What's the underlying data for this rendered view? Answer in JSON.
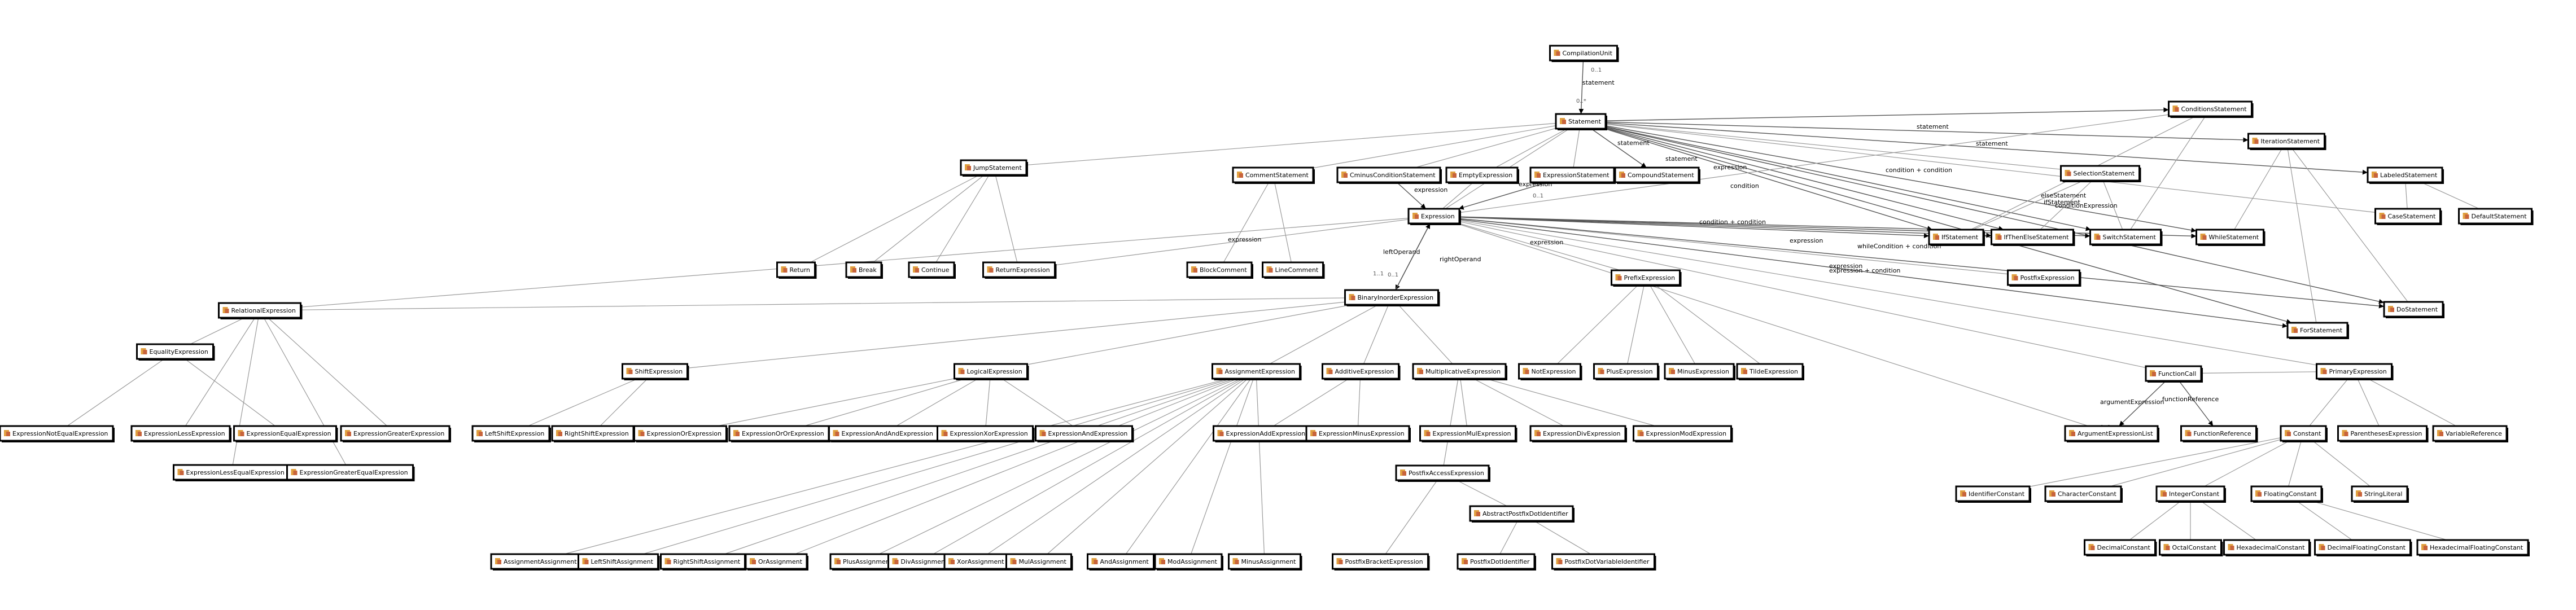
{
  "colors": {
    "box_border": "#000000",
    "edge": "#9a9a9a",
    "icon_folder": "#e0a040",
    "icon_sheet": "#c8643c"
  },
  "icon": "class-folder-icon",
  "nodes": [
    {
      "id": "CompilationUnit",
      "label": "CompilationUnit"
    },
    {
      "id": "Statement",
      "label": "Statement"
    },
    {
      "id": "JumpStatement",
      "label": "JumpStatement"
    },
    {
      "id": "CommentStatement",
      "label": "CommentStatement"
    },
    {
      "id": "CminusConditionStatement",
      "label": "CminusConditionStatement"
    },
    {
      "id": "EmptyExpression",
      "label": "EmptyExpression"
    },
    {
      "id": "ExpressionStatement",
      "label": "ExpressionStatement"
    },
    {
      "id": "CompoundStatement",
      "label": "CompoundStatement"
    },
    {
      "id": "ConditionsStatement",
      "label": "ConditionsStatement"
    },
    {
      "id": "IterationStatement",
      "label": "IterationStatement"
    },
    {
      "id": "LabeledStatement",
      "label": "LabeledStatement"
    },
    {
      "id": "SelectionStatement",
      "label": "SelectionStatement"
    },
    {
      "id": "CaseStatement",
      "label": "CaseStatement"
    },
    {
      "id": "DefaultStatement",
      "label": "DefaultStatement"
    },
    {
      "id": "Expression",
      "label": "Expression"
    },
    {
      "id": "IfStatement",
      "label": "IfStatement"
    },
    {
      "id": "IfThenElseStatement",
      "label": "IfThenElseStatement"
    },
    {
      "id": "SwitchStatement",
      "label": "SwitchStatement"
    },
    {
      "id": "WhileStatement",
      "label": "WhileStatement"
    },
    {
      "id": "Return",
      "label": "Return"
    },
    {
      "id": "Break",
      "label": "Break"
    },
    {
      "id": "Continue",
      "label": "Continue"
    },
    {
      "id": "ReturnExpression",
      "label": "ReturnExpression"
    },
    {
      "id": "BlockComment",
      "label": "BlockComment"
    },
    {
      "id": "LineComment",
      "label": "LineComment"
    },
    {
      "id": "PrefixExpression",
      "label": "PrefixExpression"
    },
    {
      "id": "PostfixExpression",
      "label": "PostfixExpression"
    },
    {
      "id": "DoStatement",
      "label": "DoStatement"
    },
    {
      "id": "ForStatement",
      "label": "ForStatement"
    },
    {
      "id": "RelationalExpression",
      "label": "RelationalExpression"
    },
    {
      "id": "BinaryInorderExpression",
      "label": "BinaryInorderExpression"
    },
    {
      "id": "EqualityExpression",
      "label": "EqualityExpression"
    },
    {
      "id": "ShiftExpression",
      "label": "ShiftExpression"
    },
    {
      "id": "LogicalExpression",
      "label": "LogicalExpression"
    },
    {
      "id": "AssignmentExpression",
      "label": "AssignmentExpression"
    },
    {
      "id": "AdditiveExpression",
      "label": "AdditiveExpression"
    },
    {
      "id": "MultiplicativeExpression",
      "label": "MultiplicativeExpression"
    },
    {
      "id": "NotExpression",
      "label": "NotExpression"
    },
    {
      "id": "PlusExpression",
      "label": "PlusExpression"
    },
    {
      "id": "MinusExpression",
      "label": "MinusExpression"
    },
    {
      "id": "TildeExpression",
      "label": "TildeExpression"
    },
    {
      "id": "FunctionCall",
      "label": "FunctionCall"
    },
    {
      "id": "PrimaryExpression",
      "label": "PrimaryExpression"
    },
    {
      "id": "ExpressionNotEqualExpression",
      "label": "ExpressionNotEqualExpression"
    },
    {
      "id": "ExpressionLessExpression",
      "label": "ExpressionLessExpression"
    },
    {
      "id": "ExpressionEqualExpression",
      "label": "ExpressionEqualExpression"
    },
    {
      "id": "ExpressionGreaterExpression",
      "label": "ExpressionGreaterExpression"
    },
    {
      "id": "ExpressionLessEqualExpression",
      "label": "ExpressionLessEqualExpression"
    },
    {
      "id": "ExpressionGreaterEqualExpression",
      "label": "ExpressionGreaterEqualExpression"
    },
    {
      "id": "LeftShiftExpression",
      "label": "LeftShiftExpression"
    },
    {
      "id": "RightShiftExpression",
      "label": "RightShiftExpression"
    },
    {
      "id": "ExpressionOrExpression",
      "label": "ExpressionOrExpression"
    },
    {
      "id": "ExpressionOrOrExpression",
      "label": "ExpressionOrOrExpression"
    },
    {
      "id": "ExpressionAndAndExpression",
      "label": "ExpressionAndAndExpression"
    },
    {
      "id": "ExpressionXorExpression",
      "label": "ExpressionXorExpression"
    },
    {
      "id": "ExpressionAndExpression",
      "label": "ExpressionAndExpression"
    },
    {
      "id": "ExpressionAddExpression",
      "label": "ExpressionAddExpression"
    },
    {
      "id": "ExpressionMinusExpression",
      "label": "ExpressionMinusExpression"
    },
    {
      "id": "ExpressionMulExpression",
      "label": "ExpressionMulExpression"
    },
    {
      "id": "ExpressionDivExpression",
      "label": "ExpressionDivExpression"
    },
    {
      "id": "ExpressionModExpression",
      "label": "ExpressionModExpression"
    },
    {
      "id": "ArgumentExpressionList",
      "label": "ArgumentExpressionList"
    },
    {
      "id": "FunctionReference",
      "label": "FunctionReference"
    },
    {
      "id": "Constant",
      "label": "Constant"
    },
    {
      "id": "ParenthesesExpression",
      "label": "ParenthesesExpression"
    },
    {
      "id": "VariableReference",
      "label": "VariableReference"
    },
    {
      "id": "PostfixAccessExpression",
      "label": "PostfixAccessExpression"
    },
    {
      "id": "IdentifierConstant",
      "label": "IdentifierConstant"
    },
    {
      "id": "CharacterConstant",
      "label": "CharacterConstant"
    },
    {
      "id": "IntegerConstant",
      "label": "IntegerConstant"
    },
    {
      "id": "FloatingConstant",
      "label": "FloatingConstant"
    },
    {
      "id": "StringLiteral",
      "label": "StringLiteral"
    },
    {
      "id": "AbstractPostfixDotIdentifier",
      "label": "AbstractPostfixDotIdentifier"
    },
    {
      "id": "DecimalConstant",
      "label": "DecimalConstant"
    },
    {
      "id": "OctalConstant",
      "label": "OctalConstant"
    },
    {
      "id": "HexadecimalConstant",
      "label": "HexadecimalConstant"
    },
    {
      "id": "DecimalFloatingConstant",
      "label": "DecimalFloatingConstant"
    },
    {
      "id": "HexadecimalFloatingConstant",
      "label": "HexadecimalFloatingConstant"
    },
    {
      "id": "AssignmentAssignment",
      "label": "AssignmentAssignment"
    },
    {
      "id": "LeftShiftAssignment",
      "label": "LeftShiftAssignment"
    },
    {
      "id": "RightShiftAssignment",
      "label": "RightShiftAssignment"
    },
    {
      "id": "OrAssignment",
      "label": "OrAssignment"
    },
    {
      "id": "PlusAssignment",
      "label": "PlusAssignment"
    },
    {
      "id": "DivAssignment",
      "label": "DivAssignment"
    },
    {
      "id": "XorAssignment",
      "label": "XorAssignment"
    },
    {
      "id": "MulAssignment",
      "label": "MulAssignment"
    },
    {
      "id": "AndAssignment",
      "label": "AndAssignment"
    },
    {
      "id": "ModAssignment",
      "label": "ModAssignment"
    },
    {
      "id": "MinusAssignment",
      "label": "MinusAssignment"
    },
    {
      "id": "PostfixBracketExpression",
      "label": "PostfixBracketExpression"
    },
    {
      "id": "PostfixDotIdentifier",
      "label": "PostfixDotIdentifier"
    },
    {
      "id": "PostfixDotVariableIdentifier",
      "label": "PostfixDotVariableIdentifier"
    }
  ],
  "edge_labels": [
    "statement",
    "0..1",
    "0..*",
    "statement",
    "statement",
    "statement",
    "statement",
    "condition + condition",
    "expression",
    "expression",
    "0..1",
    "expression",
    "0..1",
    "leftOperand",
    "rightOperand",
    "1..1",
    "condition + condition",
    "elseStatement",
    "ifStatement",
    "conditionExpression",
    "condition",
    "expression",
    "whileCondition + condition",
    "expression",
    "expression",
    "expression + condition",
    "expression",
    "argumentExpression",
    "functionReference",
    "0..1",
    "0..1",
    "0..1",
    "0..1",
    "0..1",
    "0..1",
    "0..1"
  ]
}
